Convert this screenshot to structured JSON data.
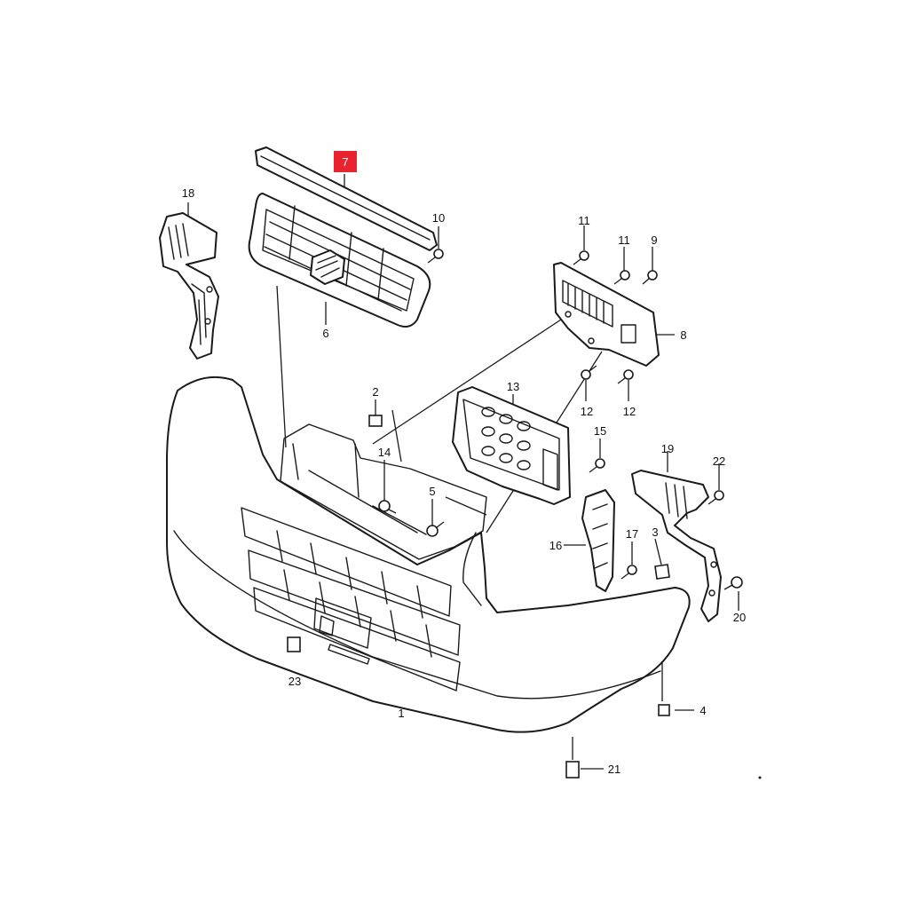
{
  "diagram": {
    "colors": {
      "line": "#1a1a1a",
      "highlight": "#e8222e",
      "background": "#ffffff"
    },
    "highlighted_callout": "7",
    "callouts": {
      "c1": "1",
      "c2": "2",
      "c3": "3",
      "c4": "4",
      "c5": "5",
      "c6": "6",
      "c7": "7",
      "c8": "8",
      "c9": "9",
      "c10": "10",
      "c11a": "11",
      "c11b": "11",
      "c12a": "12",
      "c12b": "12",
      "c13": "13",
      "c14": "14",
      "c15": "15",
      "c16": "16",
      "c17": "17",
      "c18": "18",
      "c19": "19",
      "c20": "20",
      "c21": "21",
      "c22": "22",
      "c23": "23"
    }
  }
}
